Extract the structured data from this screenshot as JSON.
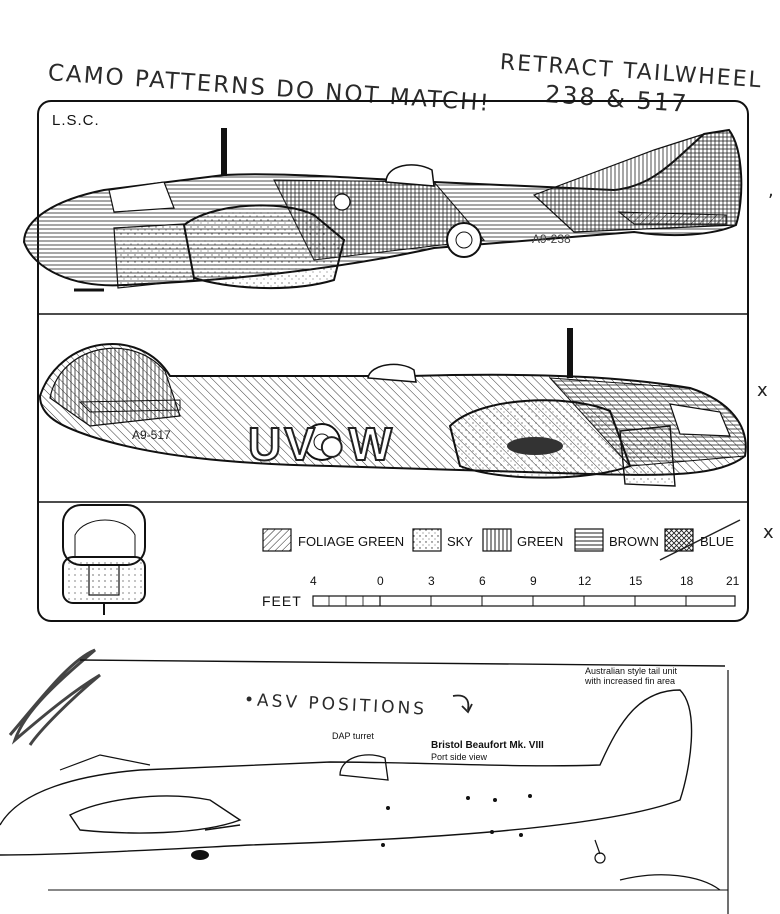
{
  "annotations": {
    "camo_note": "CAMO PATTERNS DO NOT MATCH!",
    "retract_note": "RETRACT TAILWHEEL",
    "retract_numbers": "238 & 517",
    "asv_note": "•ASV POSITIONS",
    "x_mark_1": "x",
    "x_mark_2": "x",
    "tick_mark": ","
  },
  "profile_sheet": {
    "credit": "L.S.C.",
    "upper_serial": "A9-238",
    "lower_serial": "A9-517",
    "code_letters": "UV●W",
    "legend": [
      {
        "label": "FOLIAGE GREEN",
        "pattern": "diagonal-hatch"
      },
      {
        "label": "SKY",
        "pattern": "stipple"
      },
      {
        "label": "GREEN",
        "pattern": "vertical-lines"
      },
      {
        "label": "BROWN",
        "pattern": "horizontal-lines"
      },
      {
        "label": "BLUE",
        "pattern": "cross-hatch"
      }
    ],
    "scale": {
      "unit_label": "FEET",
      "ticks": [
        "4",
        "0",
        "3",
        "6",
        "9",
        "12",
        "15",
        "18",
        "21"
      ]
    }
  },
  "lower_drawing": {
    "title": "Bristol Beaufort Mk. VIII",
    "subtitle": "Port side view",
    "turret_label": "DAP turret",
    "tail_note_line1": "Australian style tail unit",
    "tail_note_line2": "with increased fin area"
  },
  "colors": {
    "ink": "#111111",
    "pencil": "#2a2a2a",
    "sky_fill": "#f4f4f4",
    "paper": "#ffffff"
  }
}
